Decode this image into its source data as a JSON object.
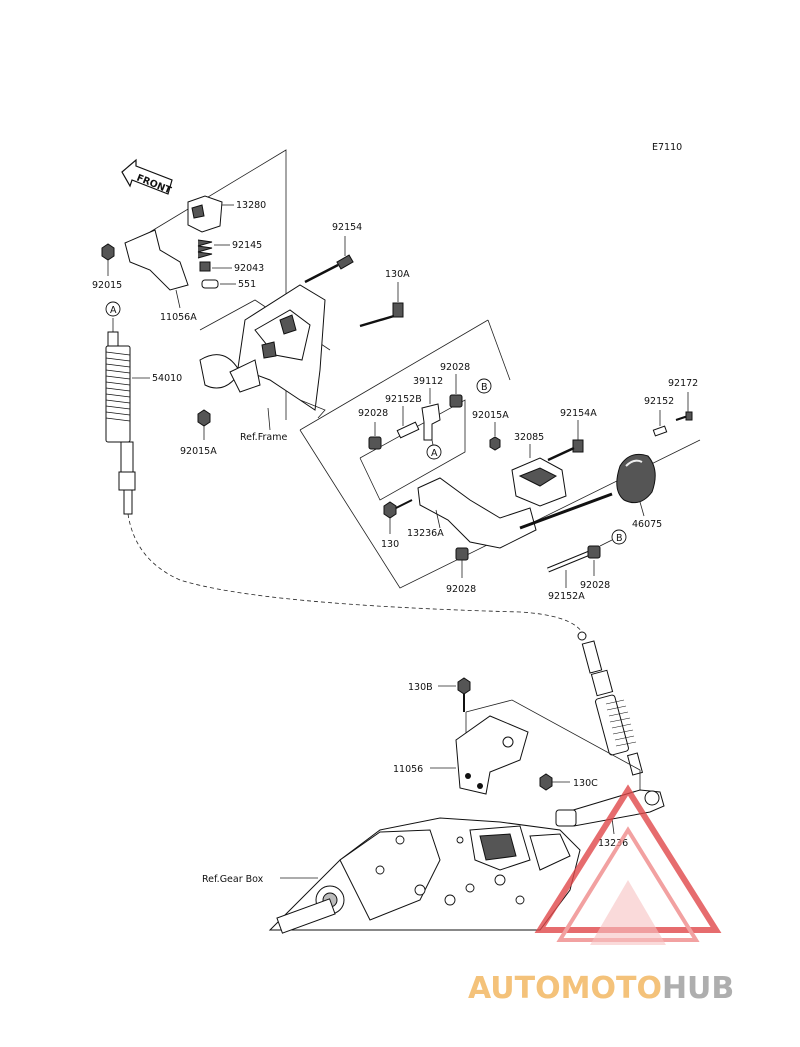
{
  "diagram_code": "E7110",
  "front_label": "FRONT",
  "ref_frame": "Ref.Frame",
  "ref_gear_box": "Ref.Gear Box",
  "callouts": {
    "A": "A",
    "B": "B"
  },
  "labels": {
    "p13280": "13280",
    "p92145": "92145",
    "p92043": "92043",
    "p551": "551",
    "p92015": "92015",
    "p11056A": "11056A",
    "p54010": "54010",
    "p92015A_left": "92015A",
    "p92154": "92154",
    "p130A": "130A",
    "p92028_top": "92028",
    "p39112": "39112",
    "p92152B": "92152B",
    "p92028_left": "92028",
    "p92015A_mid": "92015A",
    "p92154A": "92154A",
    "p32085": "32085",
    "p92172": "92172",
    "p92152": "92152",
    "p46075": "46075",
    "p130": "130",
    "p13236A": "13236A",
    "p92028_bottom": "92028",
    "p92028_right": "92028",
    "p92152A": "92152A",
    "p130B": "130B",
    "p11056": "11056",
    "p130C": "130C",
    "p13236": "13236"
  },
  "watermark": {
    "part1": "AUTOMOTO",
    "part2": "HUB",
    "color_primary": "#f2b45a",
    "color_secondary": "#9a9a9a",
    "triangle_color": "#e0484a"
  }
}
